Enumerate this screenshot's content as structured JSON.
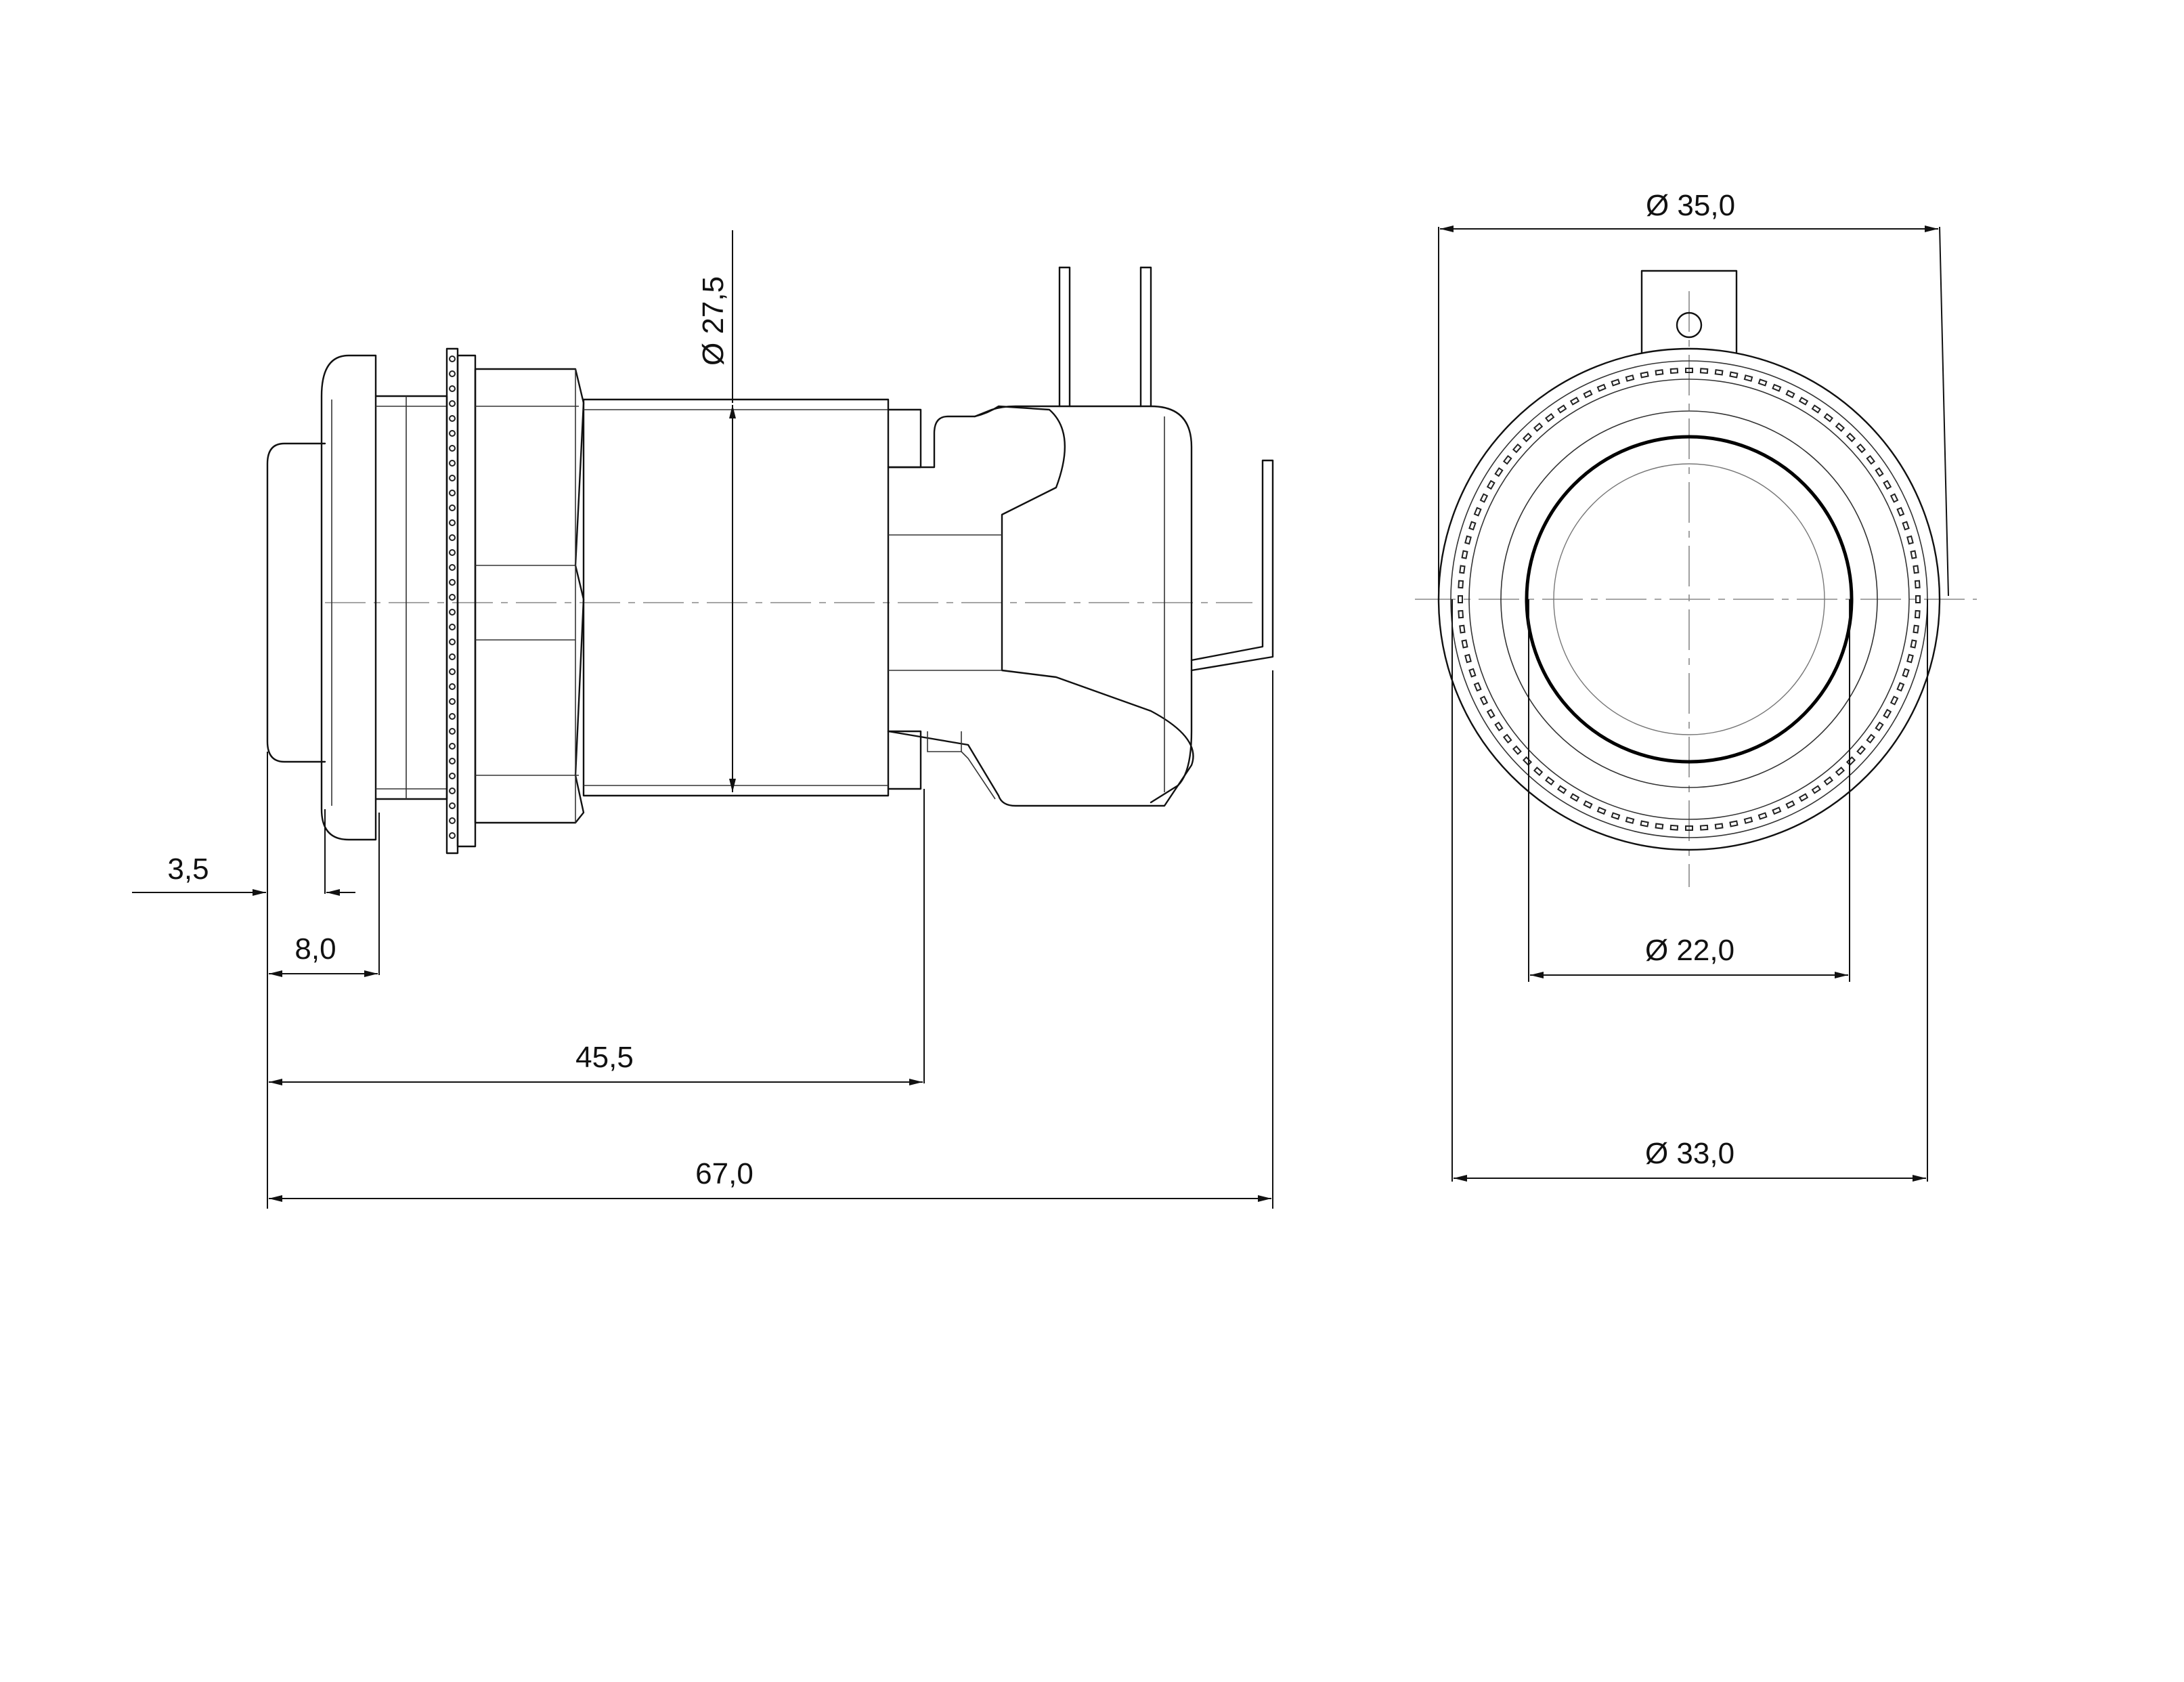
{
  "dimensions": {
    "d_27_5": "Ø 27,5",
    "d_35_0": "Ø 35,0",
    "d_22_0": "Ø 22,0",
    "d_33_0": "Ø 33,0",
    "l_3_5": "3,5",
    "l_8_0": "8,0",
    "l_45_5": "45,5",
    "l_67_0": "67,0"
  }
}
